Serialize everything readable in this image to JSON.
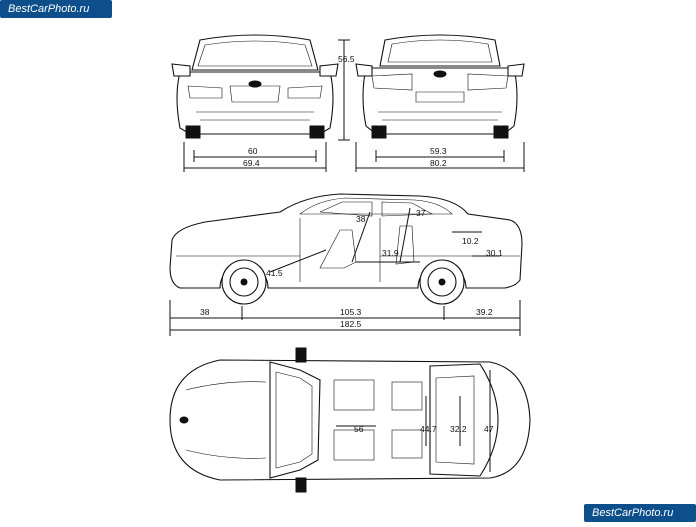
{
  "watermark": {
    "top_left": "BestCarPhoto.ru",
    "bottom_right": "BestCarPhoto.ru"
  },
  "dimensions": {
    "front_height": "56.5",
    "front_track": "60",
    "front_width": "69.4",
    "rear_track": "59.3",
    "rear_width_mirrors": "80.2",
    "side_headroom_front": "38",
    "side_headroom_rear": "37",
    "side_trunk_height": "10.2",
    "side_legroom_rear": "31.9",
    "side_trunk_depth": "30.1",
    "side_legroom_front": "41.5",
    "front_overhang": "38",
    "wheelbase": "105.3",
    "rear_overhang": "39.2",
    "overall_length": "182.5",
    "top_shoulder": "56",
    "top_hip": "44.7",
    "top_trunk_width": "32.2",
    "top_trunk_opening": "47"
  }
}
